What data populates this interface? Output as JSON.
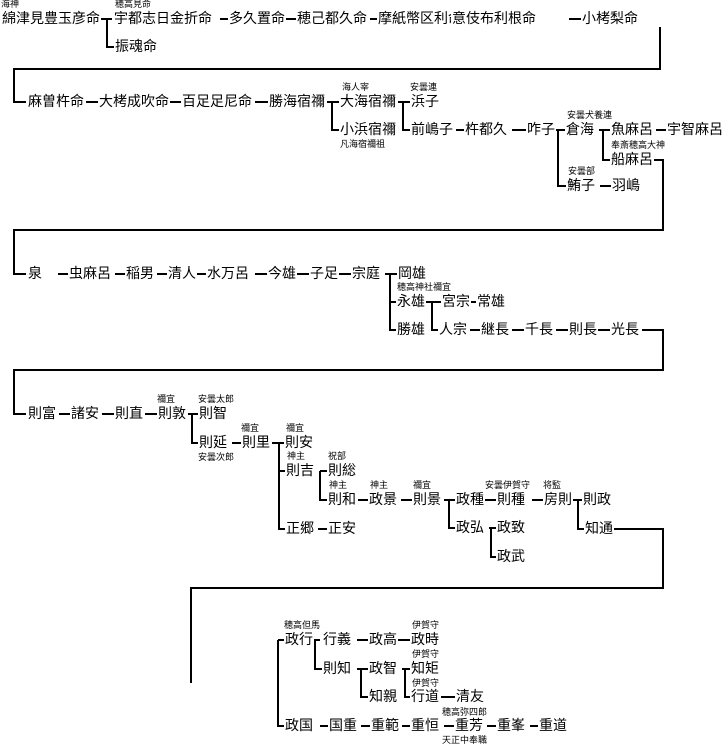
{
  "names": {
    "n1": "綿津見豊玉彦命",
    "n2": "宇都志日金折命",
    "n3": "多久置命",
    "n4": "穂己都久命",
    "n5": "摩紙幣区利命",
    "n6": "意伎布利根命",
    "n7": "小栲梨命",
    "n8": "振魂命",
    "n9": "麻曽杵命",
    "n10": "大栲成吹命",
    "n11": "百足足尼命",
    "n12": "勝海宿禰",
    "n13": "大海宿禰",
    "n14": "浜子",
    "n15": "小浜宿禰",
    "n16": "前嶋子",
    "n17": "杵都久",
    "n18": "咋子",
    "n19": "倉海",
    "n20": "魚麻呂",
    "n21": "宇智麻呂",
    "n22": "船麻呂",
    "n23": "鮪子",
    "n24": "羽嶋",
    "n25": "泉",
    "n26": "虫麻呂",
    "n27": "稲男",
    "n28": "清人",
    "n29": "水万呂",
    "n30": "今雄",
    "n31": "子足",
    "n32": "宗庭",
    "n33": "岡雄",
    "n34": "永雄",
    "n35": "宮宗",
    "n36": "常雄",
    "n37": "勝雄",
    "n38": "人宗",
    "n39": "継長",
    "n40": "千長",
    "n41": "則長",
    "n42": "光長",
    "n43": "則富",
    "n44": "諸安",
    "n45": "則直",
    "n46": "則敦",
    "n47": "則智",
    "n48": "則延",
    "n49": "則里",
    "n50": "則安",
    "n51": "則吉",
    "n52": "則総",
    "n53": "則和",
    "n54": "政景",
    "n55": "則景",
    "n56": "政種",
    "n57": "則種",
    "n58": "房則",
    "n59": "則政",
    "n60": "知通",
    "n61": "政弘",
    "n62": "政致",
    "n63": "政武",
    "n64": "正郷",
    "n65": "正安",
    "n66": "政行",
    "n67": "行義",
    "n68": "政高",
    "n69": "政時",
    "n70": "則知",
    "n71": "政智",
    "n72": "知矩",
    "n73": "知親",
    "n74": "行道",
    "n75": "清友",
    "n76": "政国",
    "n77": "国重",
    "n78": "重範",
    "n79": "重恒",
    "n80": "重芳",
    "n81": "重峯",
    "n82": "重道"
  },
  "annotations": {
    "a1": "海神",
    "a2": "穂高見命",
    "a3": "海人宰",
    "a4": "安曇連",
    "a5": "凡海宿禰祖",
    "a6": "安曇犬養連",
    "a7": "奉斎穂高大神",
    "a8": "安曇部",
    "a9": "穂高神社禰宜",
    "a10": "禰宜",
    "a11": "安曇太郎",
    "a12": "禰宜",
    "a13": "安曇次郎",
    "a14": "禰宜",
    "a15": "神主",
    "a16": "祝部",
    "a17": "神主",
    "a18": "神主",
    "a19": "禰宜",
    "a20": "安曇伊賀守",
    "a21": "将監",
    "a22": "穂高但馬",
    "a23": "伊賀守",
    "a24": "伊賀守",
    "a25": "伊賀守",
    "a26": "穂高弥四郎",
    "a27": "天正中奉職"
  }
}
